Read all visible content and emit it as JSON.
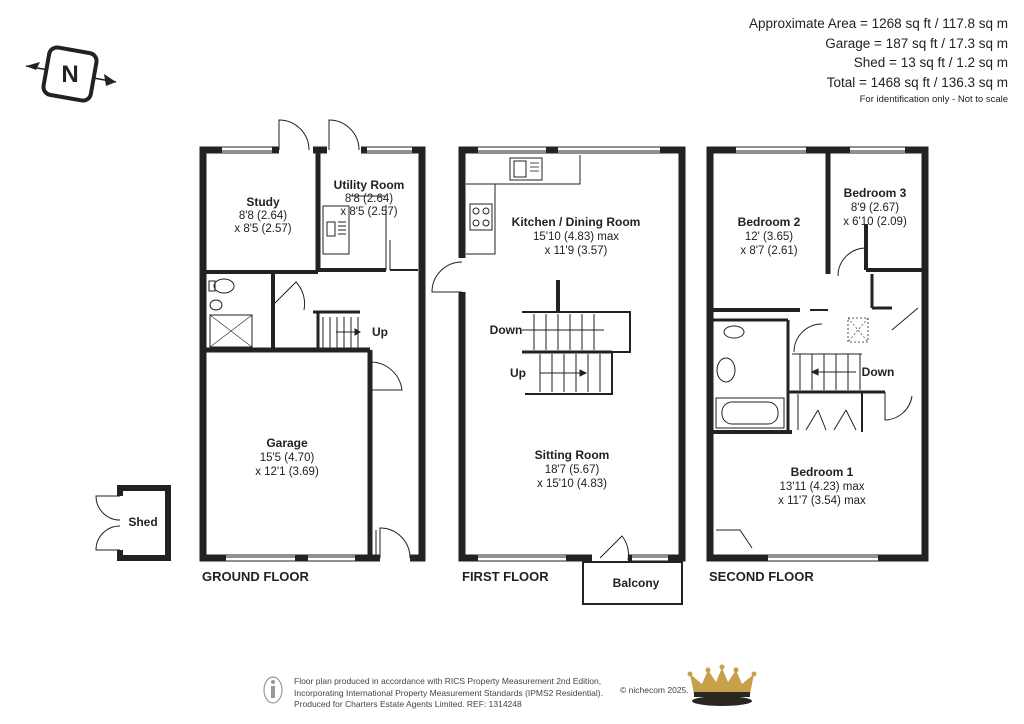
{
  "area_summary": {
    "approx": "Approximate Area = 1268 sq ft / 117.8 sq m",
    "garage": "Garage  = 187 sq ft / 17.3 sq m",
    "shed": "Shed = 13 sq ft / 1.2 sq m",
    "total": "Total = 1468 sq ft / 136.3 sq m",
    "note": "For identification only - Not to scale"
  },
  "compass": {
    "letter": "N",
    "icon": "compass-north-icon"
  },
  "ground_floor": {
    "label": "GROUND FLOOR",
    "study": {
      "name": "Study",
      "d1": "8'8 (2.64)",
      "d2": "x 8'5 (2.57)"
    },
    "utility": {
      "name": "Utility Room",
      "d1": "8'8 (2.64)",
      "d2": "x 8'5 (2.57)"
    },
    "garage": {
      "name": "Garage",
      "d1": "15'5 (4.70)",
      "d2": "x 12'1 (3.69)"
    },
    "stairs_up": "Up"
  },
  "shed": {
    "name": "Shed"
  },
  "first_floor": {
    "label": "FIRST FLOOR",
    "kitchen": {
      "name": "Kitchen / Dining Room",
      "d1": "15'10 (4.83) max",
      "d2": "x 11'9 (3.57)"
    },
    "sitting": {
      "name": "Sitting Room",
      "d1": "18'7 (5.67)",
      "d2": "x 15'10 (4.83)"
    },
    "balcony": "Balcony",
    "stairs_down": "Down",
    "stairs_up": "Up"
  },
  "second_floor": {
    "label": "SECOND FLOOR",
    "bed2": {
      "name": "Bedroom 2",
      "d1": "12' (3.65)",
      "d2": "x 8'7 (2.61)"
    },
    "bed3": {
      "name": "Bedroom 3",
      "d1": "8'9 (2.67)",
      "d2": "x 6'10 (2.09)"
    },
    "bed1": {
      "name": "Bedroom 1",
      "d1": "13'11 (4.23) max",
      "d2": "x 11'7 (3.54) max"
    },
    "stairs_down": "Down"
  },
  "footer": {
    "line1": "Floor plan produced in accordance with RICS Property Measurement 2nd Edition,",
    "line2": "Incorporating International Property Measurement Standards (IPMS2 Residential).",
    "line3": "Produced for Charters Estate Agents Limited.   REF: 1314248",
    "copyright": "© nichecom 2025."
  },
  "logos": {
    "crown": "crown-logo",
    "person": "person-icon"
  },
  "colors": {
    "wall": "#222222",
    "crown_gold": "#c8a04a",
    "crown_dark": "#2a2622"
  }
}
